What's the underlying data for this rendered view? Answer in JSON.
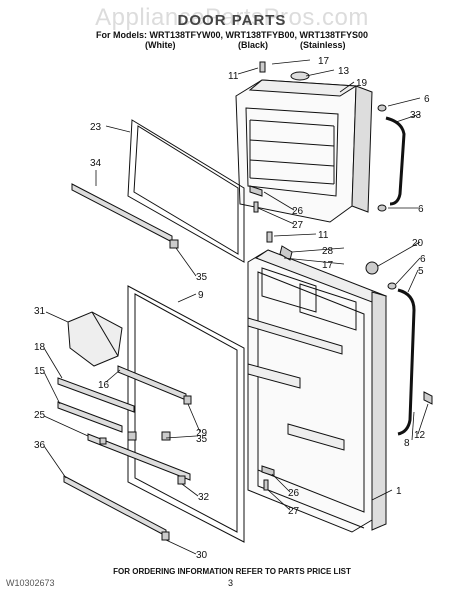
{
  "watermark": "AppliancePartsPros.com",
  "title": "DOOR PARTS",
  "models_line": "For Models: WRT138TFYW00, WRT138TFYB00, WRT138TFYS00",
  "variants": [
    "(White)",
    "(Black)",
    "(Stainless)"
  ],
  "callouts": {
    "c1": "1",
    "c5": "5",
    "c6a": "6",
    "c6b": "6",
    "c6c": "6",
    "c8": "8",
    "c9": "9",
    "c11a": "11",
    "c11b": "11",
    "c12": "12",
    "c13": "13",
    "c15": "15",
    "c16": "16",
    "c17a": "17",
    "c17b": "17",
    "c18": "18",
    "c19": "19",
    "c20": "20",
    "c23": "23",
    "c25": "25",
    "c26a": "26",
    "c26b": "26",
    "c27a": "27",
    "c27b": "27",
    "c28": "28",
    "c29": "29",
    "c30": "30",
    "c31": "31",
    "c32": "32",
    "c33": "33",
    "c34": "34",
    "c35a": "35",
    "c35b": "35",
    "c36": "36"
  },
  "footer": {
    "doc_code": "W10302673",
    "note": "FOR ORDERING INFORMATION REFER TO PARTS PRICE LIST",
    "page": "3"
  }
}
